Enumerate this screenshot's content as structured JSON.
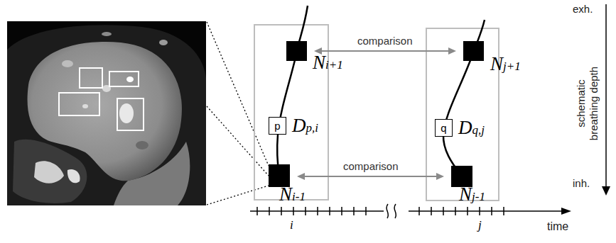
{
  "diagram": {
    "nodes": [
      {
        "text": [
          "Ni+1"
        ]
      },
      {
        "text": [
          "p",
          "Dp,i"
        ]
      },
      {
        "text": [
          "Ni-1"
        ]
      },
      {
        "text": [
          "Nj+1"
        ]
      },
      {
        "text": [
          "q",
          "Dq,j"
        ]
      },
      {
        "text": [
          "Nj-1"
        ]
      }
    ],
    "edges": [
      {
        "from": 0,
        "to": 3,
        "arrow": "both",
        "label": "comparison"
      },
      {
        "from": 2,
        "to": 5,
        "arrow": "both",
        "label": "comparison"
      }
    ],
    "labels": [
      "exh.",
      "schematic breathing depth",
      "inh.",
      "i",
      "j",
      "time"
    ]
  }
}
